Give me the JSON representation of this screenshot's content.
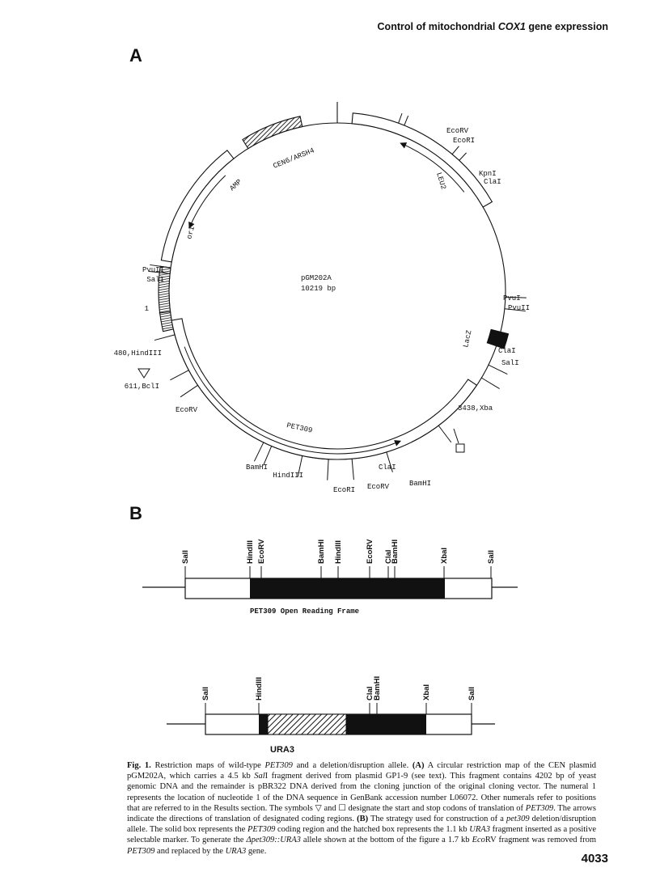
{
  "header": {
    "running_head_pre": "Control of mitochondrial ",
    "running_head_gene": "COX1",
    "running_head_post": " gene expression"
  },
  "panel_a": {
    "label": "A",
    "plasmid_name": "pGM202A",
    "plasmid_size": "10219  bp",
    "features": [
      {
        "label": "CEN6/ARSH4",
        "style": "hatched"
      },
      {
        "label": "LEU2",
        "style": "open"
      },
      {
        "label": "AMP",
        "style": "open"
      },
      {
        "label": "ori",
        "style": "hatched"
      },
      {
        "label": "LacZ",
        "style": "solid"
      },
      {
        "label": "PET309",
        "style": "open"
      }
    ],
    "sites": [
      {
        "label": "EcoRV"
      },
      {
        "label": "EcoRI"
      },
      {
        "label": "KpnI"
      },
      {
        "label": "ClaI"
      },
      {
        "label": "PvuI"
      },
      {
        "label": "PvuII"
      },
      {
        "label": "ClaI"
      },
      {
        "label": "SalI"
      },
      {
        "label": "3438,Xba"
      },
      {
        "label": "BamHI"
      },
      {
        "label": "ClaI"
      },
      {
        "label": "EcoRV"
      },
      {
        "label": "EcoRI"
      },
      {
        "label": "HindIII"
      },
      {
        "label": "BamHI"
      },
      {
        "label": "EcoRV"
      },
      {
        "label": "611,BclI"
      },
      {
        "label": "480,HindIII"
      },
      {
        "label": "1"
      },
      {
        "label": "SalI"
      },
      {
        "label": "PvuII"
      }
    ]
  },
  "panel_b": {
    "label": "B",
    "wild_type": {
      "sites": [
        "SalI",
        "HindIII",
        "EcoRV",
        "BamHI",
        "HindIII",
        "EcoRV",
        "ClaI",
        "BamHI",
        "XbaI",
        "SalI"
      ],
      "caption": "PET309 Open Reading Frame"
    },
    "disruption": {
      "sites": [
        "SalI",
        "HindIII",
        "ClaI",
        "BamHI",
        "XbaI",
        "SalI"
      ],
      "insert_label": "URA3"
    }
  },
  "caption": {
    "fig_label": "Fig. 1.",
    "p1": " Restriction maps of wild-type ",
    "g1": "PET309",
    "p2": " and a deletion/disruption allele. ",
    "sA": "(A)",
    "p3": " A circular restriction map of the CEN plasmid pGM202A, which carries a 4.5 kb ",
    "g2": "Sal",
    "p4": "I fragment derived from plasmid GP1-9 (see text). This fragment contains 4202 bp of yeast genomic DNA and the remainder is pBR322 DNA derived from the cloning junction of the original cloning vector. The numeral 1 represents the location of nucleotide 1 of the DNA sequence in GenBank accession number L06072. Other numerals refer to positions that are referred to in the Results section. The symbols ▽ and ☐ designate the start and stop codons of translation of ",
    "g3": "PET309",
    "p5": ". The arrows indicate the directions of translation of designated coding regions. ",
    "sB": "(B)",
    "p6": " The strategy used for construction of a ",
    "g4": "pet309",
    "p7": " deletion/disruption allele. The solid box represents the ",
    "g5": "PET309",
    "p8": " coding region and the hatched box represents the 1.1 kb ",
    "g6": "URA3",
    "p9": " fragment inserted as a positive selectable marker. To generate the ",
    "g7": "Δpet309::URA3",
    "p10": " allele shown at the bottom of the figure a 1.7 kb ",
    "g8": "Eco",
    "p11": "RV fragment was removed from ",
    "g9": "PET309",
    "p12": " and replaced by the ",
    "g10": "URA3",
    "p13": " gene."
  },
  "page_number": "4033"
}
